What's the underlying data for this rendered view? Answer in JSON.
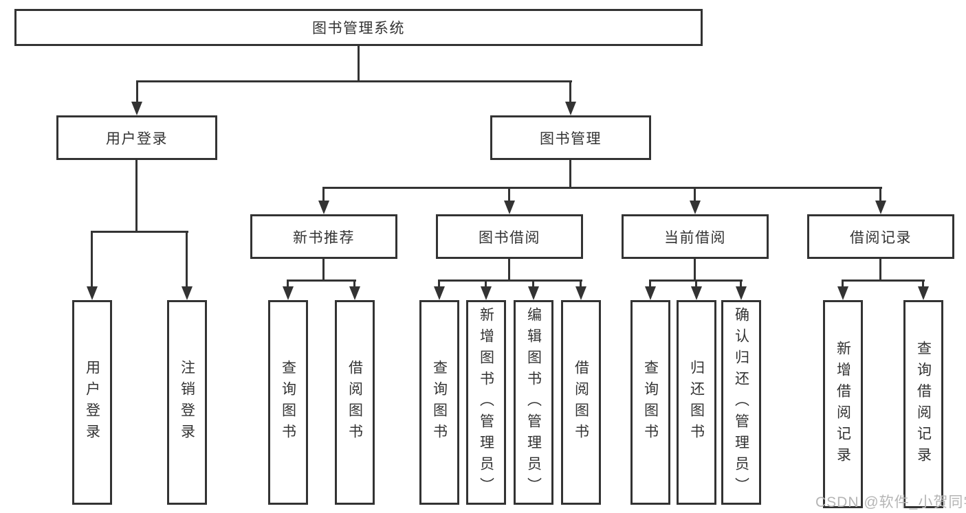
{
  "diagram": {
    "root": {
      "label": "图书管理系统"
    },
    "branches": [
      {
        "label": "用户登录",
        "children": [
          {
            "label": "用户登录"
          },
          {
            "label": "注销登录"
          }
        ]
      },
      {
        "label": "图书管理",
        "groups": [
          {
            "label": "新书推荐",
            "children": [
              {
                "label": "查询图书"
              },
              {
                "label": "借阅图书"
              }
            ]
          },
          {
            "label": "图书借阅",
            "children": [
              {
                "label": "查询图书"
              },
              {
                "label": "新增图书（管理员）"
              },
              {
                "label": "编辑图书（管理员）"
              },
              {
                "label": "借阅图书"
              }
            ]
          },
          {
            "label": "当前借阅",
            "children": [
              {
                "label": "查询图书"
              },
              {
                "label": "归还图书"
              },
              {
                "label": "确认归还（管理员）"
              }
            ]
          },
          {
            "label": "借阅记录",
            "children": [
              {
                "label": "新增借阅记录"
              },
              {
                "label": "查询借阅记录"
              }
            ]
          }
        ]
      }
    ]
  },
  "watermark": {
    "text": "CSDN @软件_小贺同学"
  },
  "colors": {
    "line": "#333333",
    "text": "#333333",
    "watermark": "#b5b5b5",
    "background": "#ffffff"
  }
}
